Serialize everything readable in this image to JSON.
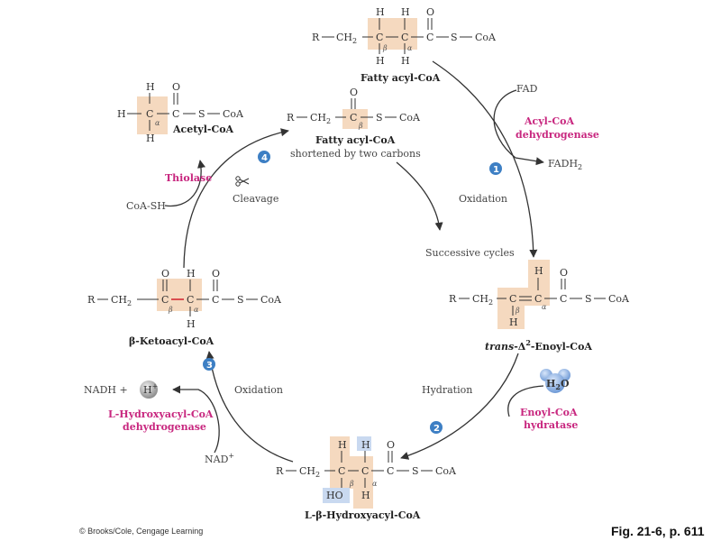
{
  "molecules": {
    "fatty_acyl_coa": {
      "r": "R",
      "ch2": "CH",
      "ch2_sub": "2",
      "h": "H",
      "c": "C",
      "o": "O",
      "s": "S",
      "coa": "CoA",
      "beta": "β",
      "alpha": "α",
      "name": "Fatty acyl-CoA"
    },
    "acetyl_coa": {
      "h": "H",
      "c": "C",
      "o": "O",
      "s": "S",
      "coa": "CoA",
      "alpha": "α",
      "name": "Acetyl-CoA"
    },
    "shortened": {
      "r": "R",
      "ch2": "CH",
      "ch2_sub": "2",
      "c": "C",
      "o": "O",
      "s": "S",
      "coa": "CoA",
      "beta": "β",
      "name": "Fatty acyl-CoA",
      "subtitle": "shortened by two carbons"
    },
    "enoyl": {
      "r": "R",
      "ch2": "CH",
      "ch2_sub": "2",
      "h": "H",
      "c": "C",
      "o": "O",
      "s": "S",
      "coa": "CoA",
      "beta": "β",
      "alpha": "α",
      "name_prefix": "trans",
      "name_rest": "-Δ",
      "name_sup": "2",
      "name_suffix": "-Enoyl-CoA"
    },
    "ketoacyl": {
      "r": "R",
      "ch2": "CH",
      "ch2_sub": "2",
      "h": "H",
      "c": "C",
      "o": "O",
      "s": "S",
      "coa": "CoA",
      "beta": "β",
      "alpha": "α",
      "name": "β-Ketoacyl-CoA"
    },
    "hydroxyacyl": {
      "r": "R",
      "ch2": "CH",
      "ch2_sub": "2",
      "h": "H",
      "ho": "HO",
      "c": "C",
      "o": "O",
      "s": "S",
      "coa": "CoA",
      "beta": "β",
      "alpha": "α",
      "name": "L-β-Hydroxyacyl-CoA"
    }
  },
  "steps": [
    {
      "number": "1",
      "label": "Oxidation",
      "enzyme_line1": "Acyl-CoA",
      "enzyme_line2": "dehydrogenase",
      "in": "FAD",
      "out": "FADH",
      "out_sub": "2"
    },
    {
      "number": "2",
      "label": "Hydration",
      "enzyme_line1": "Enoyl-CoA",
      "enzyme_line2": "hydratase",
      "water": "H",
      "water_sub": "2",
      "water_o": "O"
    },
    {
      "number": "3",
      "label": "Oxidation",
      "enzyme_line1": "L-Hydroxyacyl-CoA",
      "enzyme_line2": "dehydrogenase",
      "in": "NAD",
      "in_sup": "+",
      "out": "NADH +",
      "proton": "H",
      "proton_sup": "+"
    },
    {
      "number": "4",
      "label": "Cleavage",
      "enzyme_line1": "Thiolase",
      "in": "CoA-SH"
    }
  ],
  "successive_cycles": "Successive cycles",
  "footer": {
    "credit": "© Brooks/Cole, Cengage Learning",
    "figure": "Fig. 21-6, p. 611"
  },
  "colors": {
    "highlight": "#f5d9bf",
    "water_highlight": "#c9d9f0",
    "enzyme": "#c8277f",
    "step_badge": "#3d7fc4"
  }
}
